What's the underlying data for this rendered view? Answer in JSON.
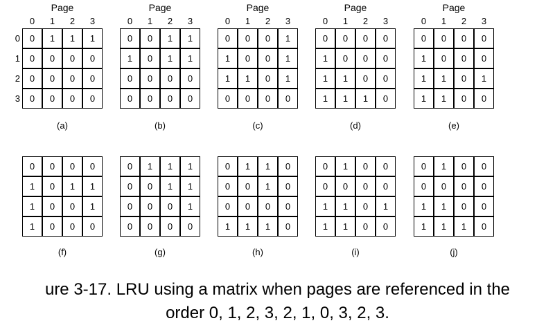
{
  "page_label": "Page",
  "column_headers": [
    "0",
    "1",
    "2",
    "3"
  ],
  "row_headers": [
    "0",
    "1",
    "2",
    "3"
  ],
  "matrices": [
    {
      "label": "(a)",
      "rows": [
        [
          "0",
          "1",
          "1",
          "1"
        ],
        [
          "0",
          "0",
          "0",
          "0"
        ],
        [
          "0",
          "0",
          "0",
          "0"
        ],
        [
          "0",
          "0",
          "0",
          "0"
        ]
      ]
    },
    {
      "label": "(b)",
      "rows": [
        [
          "0",
          "0",
          "1",
          "1"
        ],
        [
          "1",
          "0",
          "1",
          "1"
        ],
        [
          "0",
          "0",
          "0",
          "0"
        ],
        [
          "0",
          "0",
          "0",
          "0"
        ]
      ]
    },
    {
      "label": "(c)",
      "rows": [
        [
          "0",
          "0",
          "0",
          "1"
        ],
        [
          "1",
          "0",
          "0",
          "1"
        ],
        [
          "1",
          "1",
          "0",
          "1"
        ],
        [
          "0",
          "0",
          "0",
          "0"
        ]
      ]
    },
    {
      "label": "(d)",
      "rows": [
        [
          "0",
          "0",
          "0",
          "0"
        ],
        [
          "1",
          "0",
          "0",
          "0"
        ],
        [
          "1",
          "1",
          "0",
          "0"
        ],
        [
          "1",
          "1",
          "1",
          "0"
        ]
      ]
    },
    {
      "label": "(e)",
      "rows": [
        [
          "0",
          "0",
          "0",
          "0"
        ],
        [
          "1",
          "0",
          "0",
          "0"
        ],
        [
          "1",
          "1",
          "0",
          "1"
        ],
        [
          "1",
          "1",
          "0",
          "0"
        ]
      ]
    },
    {
      "label": "(f)",
      "rows": [
        [
          "0",
          "0",
          "0",
          "0"
        ],
        [
          "1",
          "0",
          "1",
          "1"
        ],
        [
          "1",
          "0",
          "0",
          "1"
        ],
        [
          "1",
          "0",
          "0",
          "0"
        ]
      ]
    },
    {
      "label": "(g)",
      "rows": [
        [
          "0",
          "1",
          "1",
          "1"
        ],
        [
          "0",
          "0",
          "1",
          "1"
        ],
        [
          "0",
          "0",
          "0",
          "1"
        ],
        [
          "0",
          "0",
          "0",
          "0"
        ]
      ]
    },
    {
      "label": "(h)",
      "rows": [
        [
          "0",
          "1",
          "1",
          "0"
        ],
        [
          "0",
          "0",
          "1",
          "0"
        ],
        [
          "0",
          "0",
          "0",
          "0"
        ],
        [
          "1",
          "1",
          "1",
          "0"
        ]
      ]
    },
    {
      "label": "(i)",
      "rows": [
        [
          "0",
          "1",
          "0",
          "0"
        ],
        [
          "0",
          "0",
          "0",
          "0"
        ],
        [
          "1",
          "1",
          "0",
          "1"
        ],
        [
          "1",
          "1",
          "0",
          "0"
        ]
      ]
    },
    {
      "label": "(j)",
      "rows": [
        [
          "0",
          "1",
          "0",
          "0"
        ],
        [
          "0",
          "0",
          "0",
          "0"
        ],
        [
          "1",
          "1",
          "0",
          "0"
        ],
        [
          "1",
          "1",
          "1",
          "0"
        ]
      ]
    }
  ],
  "caption_line1": "ure 3-17. LRU using a matrix when pages are referenced in the",
  "caption_line2": "order 0, 1, 2, 3, 2, 1, 0, 3, 2, 3."
}
